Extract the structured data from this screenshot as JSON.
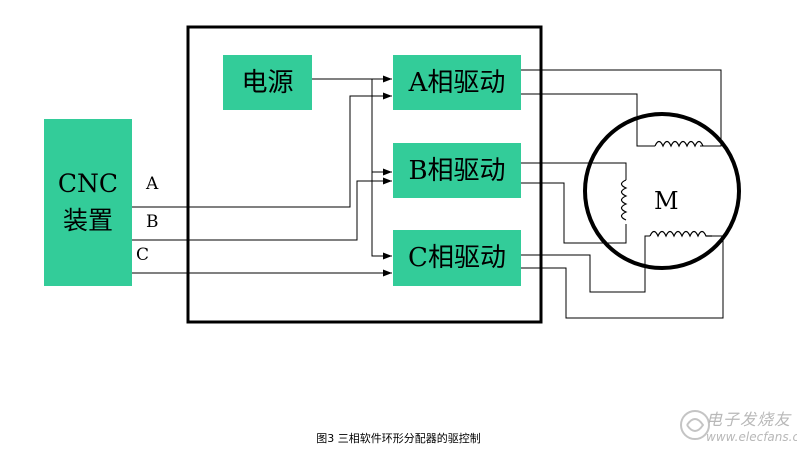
{
  "diagram": {
    "power_label": "电源",
    "driver_a": "A相驱动",
    "driver_b": "B相驱动",
    "driver_c": "C相驱动",
    "cnc_line1": "CNC",
    "cnc_line2": "装置",
    "signal_a": "A",
    "signal_b": "B",
    "signal_c": "C",
    "motor_label": "M",
    "caption": "图3 三相软件环形分配器的驱控制",
    "box_color": "#33cc99"
  },
  "watermark": {
    "title": "电子发烧友",
    "url": "www.elecfans.com"
  }
}
